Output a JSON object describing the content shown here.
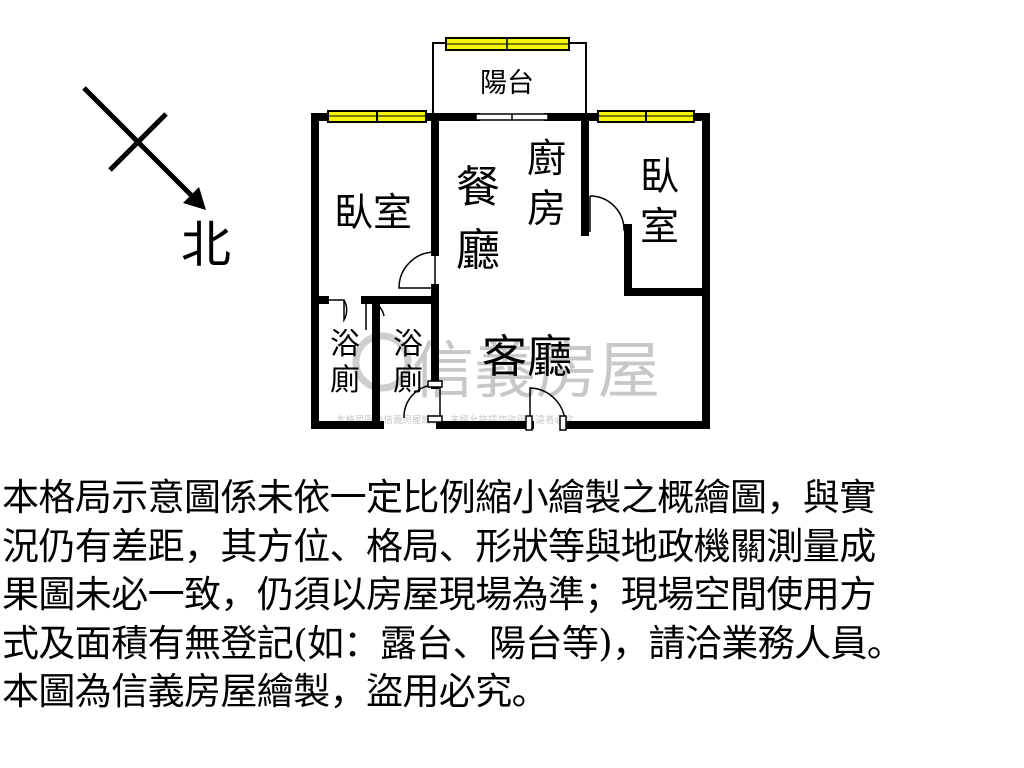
{
  "compass": {
    "label": "北"
  },
  "rooms": {
    "balcony": "陽台",
    "bedroom_left": "臥室",
    "dining": [
      "餐",
      "廳"
    ],
    "kitchen": [
      "廚",
      "房"
    ],
    "bedroom_right": [
      "臥",
      "室"
    ],
    "bath_1": [
      "浴",
      "廁"
    ],
    "bath_2": [
      "浴",
      "廁"
    ],
    "living": "客廳"
  },
  "watermark": {
    "brand": "信義房屋",
    "fine_print": "本格局圖為信義房屋繪製，未經允許請勿盜用，違者必究"
  },
  "colors": {
    "wall": "#000000",
    "window": "#f2f20a",
    "watermark": "#c8c8c8"
  },
  "disclaimer": {
    "lines": [
      "本格局示意圖係未依一定比例縮小繪製之概繪圖，與實",
      "況仍有差距，其方位、格局、形狀等與地政機關測量成",
      "果圖未必一致，仍須以房屋現場為準；現場空間使用方",
      "式及面積有無登記(如：露台、陽台等)，請洽業務人員。",
      "本圖為信義房屋繪製，盜用必究。"
    ]
  }
}
